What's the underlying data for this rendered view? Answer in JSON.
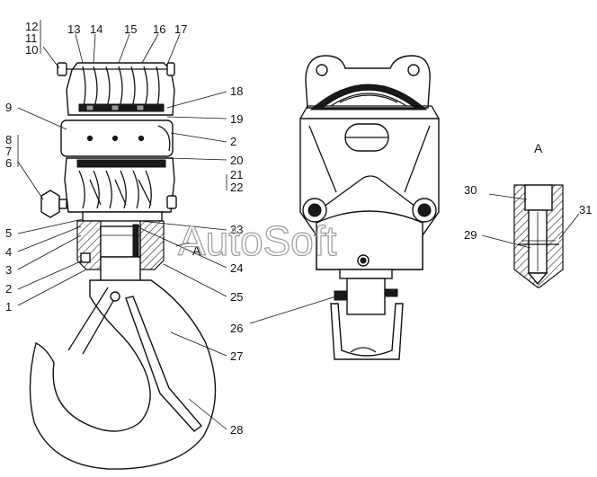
{
  "callouts": [
    {
      "id": "c12",
      "text": "12"
    },
    {
      "id": "c11",
      "text": "11"
    },
    {
      "id": "c10",
      "text": "10"
    },
    {
      "id": "c13",
      "text": "13"
    },
    {
      "id": "c14",
      "text": "14"
    },
    {
      "id": "c15",
      "text": "15"
    },
    {
      "id": "c16",
      "text": "16"
    },
    {
      "id": "c17",
      "text": "17"
    },
    {
      "id": "c9",
      "text": "9"
    },
    {
      "id": "c18",
      "text": "18"
    },
    {
      "id": "c19",
      "text": "19"
    },
    {
      "id": "c8",
      "text": "8"
    },
    {
      "id": "c7",
      "text": "7"
    },
    {
      "id": "c6",
      "text": "6"
    },
    {
      "id": "c2a",
      "text": "2"
    },
    {
      "id": "c20",
      "text": "20"
    },
    {
      "id": "c21",
      "text": "21"
    },
    {
      "id": "c22",
      "text": "22"
    },
    {
      "id": "c5",
      "text": "5"
    },
    {
      "id": "c4",
      "text": "4"
    },
    {
      "id": "c3",
      "text": "3"
    },
    {
      "id": "c2b",
      "text": "2"
    },
    {
      "id": "c1",
      "text": "1"
    },
    {
      "id": "c23",
      "text": "23"
    },
    {
      "id": "c24",
      "text": "24"
    },
    {
      "id": "c25",
      "text": "25"
    },
    {
      "id": "c26",
      "text": "26"
    },
    {
      "id": "c27",
      "text": "27"
    },
    {
      "id": "c28",
      "text": "28"
    },
    {
      "id": "c30",
      "text": "30"
    },
    {
      "id": "c31",
      "text": "31"
    },
    {
      "id": "c29",
      "text": "29"
    }
  ],
  "section_marker": "A",
  "section_title": "A",
  "watermark": "AutoSoft"
}
